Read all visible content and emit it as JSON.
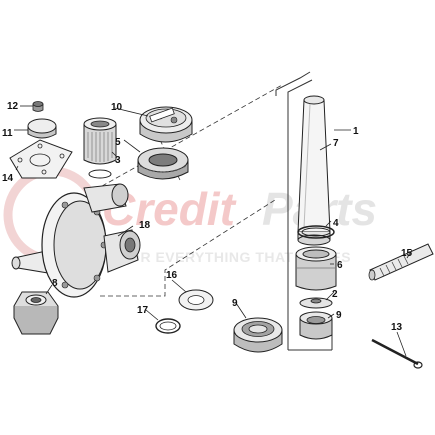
{
  "figure": {
    "kind": "exploded-parts-diagram",
    "callouts": [
      "1",
      "2",
      "3",
      "4",
      "5",
      "6",
      "7",
      "8",
      "9",
      "9",
      "10",
      "11",
      "12",
      "13",
      "14",
      "15",
      "16",
      "17",
      "18"
    ]
  },
  "watermark": {
    "brand_part1": "Credit",
    "brand_part2": "Parts",
    "tagline": "FOR EVERYTHING THAT MOVES",
    "colors": {
      "red": "#f3c4c4",
      "gray": "#e2e2e2"
    }
  },
  "colors": {
    "line": "#222222",
    "fill_light": "#f2f2f2",
    "fill_mid": "#d6d6d6",
    "fill_dark": "#9a9a9a"
  }
}
